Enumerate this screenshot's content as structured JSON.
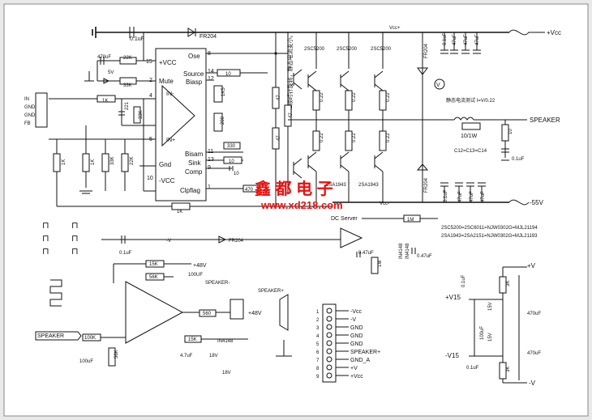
{
  "chip": {
    "left_pins": [
      {
        "num": "15",
        "name": "+VCC"
      },
      {
        "num": "2",
        "name": "Mute"
      },
      {
        "num": "4",
        "name": "IN-"
      },
      {
        "num": "5",
        "name": "IN+"
      },
      {
        "num": "",
        "name": "Gnd"
      },
      {
        "num": "10",
        "name": "-VCC"
      }
    ],
    "right_pins": [
      {
        "num": "8",
        "name": "Ose"
      },
      {
        "num": "14",
        "name": "Source"
      },
      {
        "num": "12",
        "name": "Biasp"
      },
      {
        "num": "11",
        "name": "Bisam"
      },
      {
        "num": "13",
        "name": "Sink"
      },
      {
        "num": "9",
        "name": "Comp"
      },
      {
        "num": "1",
        "name": "Clpflag"
      }
    ]
  },
  "input_connector": [
    "IN",
    "GND",
    "GND",
    "FB"
  ],
  "rails": {
    "vcc_label": "Vcc+",
    "vcc_minus_label": "Vcc-",
    "pos": "+Vcc",
    "neg": "-55V"
  },
  "transistors": {
    "npn": "2SC5200",
    "pnp": "2SA1943",
    "npn_labels": [
      "2SC5200",
      "2SC5200",
      "2SC5200"
    ],
    "pnp_labels": [
      "2SA1943",
      "2SA1943"
    ]
  },
  "labels": {
    "c01uf": "0.1uF",
    "d_fr204": "FR204",
    "c470uf": "470uF",
    "r22k": "22K",
    "r33k": "33K",
    "v5": "5V",
    "r1k": "1K",
    "r33k_b": "33K",
    "r221": "221",
    "r10": "10",
    "r1k5": "1K5",
    "r200": "200",
    "r330": "330",
    "r47": "47",
    "r47b": "47",
    "r022": "0.22",
    "r10_speaker": "10/1W",
    "r10_out": "10",
    "c_out": "0.1uF",
    "speaker": "SPEAKER",
    "vr_note": "VR1顺时针旋转，静态电流变小。",
    "quiescent_note": "静态电流测试 I=V/0.22",
    "r470": "470",
    "r1k_clp": "1K",
    "r1m": "1M",
    "dc_server": "DC Server",
    "c047": "0.47uF",
    "c047b": "0.47uF",
    "in4148": "IN4148",
    "r1m_b": "1M",
    "r1k_g": "1K",
    "r22k_b": "22K",
    "r33k_c": "33K",
    "r1k_d": "1K",
    "c_eq": "C12=C13=C14",
    "neg_v": "-V",
    "fr204_b": "FR204",
    "c01uf_b": "0.1uF",
    "eq1": "2SC5200=2SC6011=NJW0302G=MJL21194",
    "eq2": "2SA1943=2SA2151=NJW0302G=MJL21193",
    "r15k": "15K",
    "r56k": "56K",
    "p48v": "+48V",
    "c100uf": "100UF",
    "speaker_minus": "SPEAKER-",
    "speaker_plus": "SPEAKER+",
    "r560": "560",
    "p48v_b": "+48V",
    "r15k_b": "15K",
    "d4148": "IN4148",
    "z18v": "18V",
    "z18v_b": "18V",
    "c47uf": "4.7uF",
    "r100k": "100K",
    "r56k_b": "56K",
    "c100uf_b": "100uF",
    "speaker_in": "SPEAKER",
    "pv": "+V",
    "pv15": "+V15",
    "nv15": "-V15",
    "nv": "-V",
    "r3k": "3K",
    "r3k_b": "3K",
    "z15v": "15V",
    "z15v_b": "15V",
    "c470uf_p": "470uF",
    "c470uf_n": "470uF",
    "c01_p": "0.1uF",
    "c01_n": "0.1uF",
    "c100uf_p": "100uF",
    "c47uf_rail": "47uF",
    "watermark_cn": "鑫 都 电 子",
    "watermark_url": "www.xd218.com"
  },
  "connector_pins": [
    "-Vcc",
    "-V",
    "GND",
    "GND",
    "GND",
    "SPEAKER+",
    "GND_A",
    "+V",
    "+Vcc"
  ]
}
